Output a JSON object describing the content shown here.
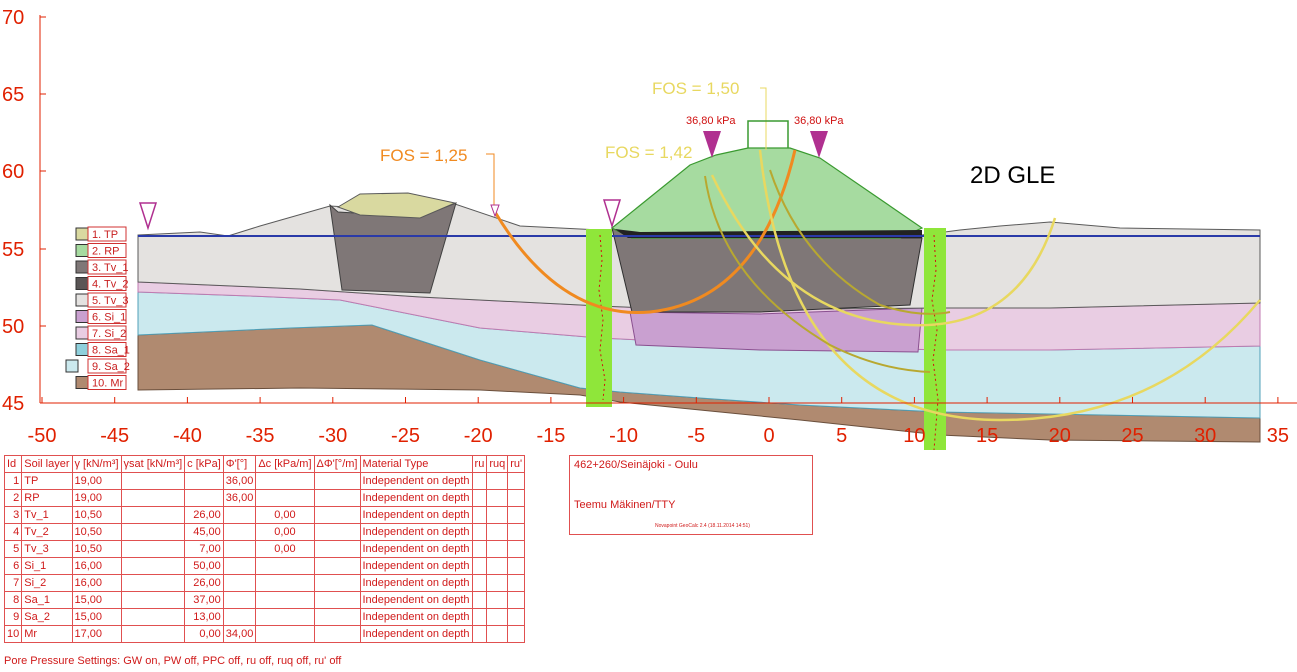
{
  "method_label": "2D GLE",
  "axes": {
    "x_ticks": [
      "-50",
      "-45",
      "-40",
      "-35",
      "-30",
      "-25",
      "-20",
      "-15",
      "-10",
      "-5",
      "0",
      "5",
      "10",
      "15",
      "20",
      "25",
      "30",
      "35"
    ],
    "y_ticks": [
      "70",
      "65",
      "60",
      "55",
      "50",
      "45"
    ]
  },
  "fos_labels": {
    "a": "FOS = 1,25",
    "b": "FOS = 1,42",
    "c": "FOS = 1,50"
  },
  "loads": {
    "left": "36,80 kPa",
    "right": "36,80 kPa"
  },
  "layer_legend": [
    "1. TP",
    "2. RP",
    "3. Tv_1",
    "4. Tv_2",
    "5. Tv_3",
    "6. Si_1",
    "7. Si_2",
    "8. Sa_1",
    "9. Sa_2",
    "10. Mr"
  ],
  "colors": {
    "axis": "#e02000",
    "embankment": "#a6dba0",
    "topsoil": "#d9d9a0",
    "dark_fill": "#7f7777",
    "clay_light": "#e4e2e0",
    "silt_pink": "#e9cde3",
    "silt_purple": "#c9a0d0",
    "sand_cyan": "#cbe9ee",
    "moraine": "#b08a70",
    "sheet_pile": "#8fe63a",
    "water_line": "#2a3aa8",
    "slip_orange": "#f08a20",
    "slip_yellow": "#e8d860",
    "slip_olive": "#b8a830",
    "load_purple": "#b03090"
  },
  "table": {
    "headers": [
      "Id",
      "Soil layer",
      "γ [kN/m³]",
      "γsat [kN/m³]",
      "c [kPa]",
      "Φ'[°]",
      "Δc [kPa/m]",
      "ΔΦ'[°/m]",
      "Material Type",
      "ru",
      "ruq",
      "ru'"
    ],
    "rows": [
      [
        "1",
        "TP",
        "19,00",
        "",
        "",
        "36,00",
        "",
        "",
        "Independent on depth",
        "",
        "",
        ""
      ],
      [
        "2",
        "RP",
        "19,00",
        "",
        "",
        "36,00",
        "",
        "",
        "Independent on depth",
        "",
        "",
        ""
      ],
      [
        "3",
        "Tv_1",
        "10,50",
        "",
        "26,00",
        "",
        "0,00",
        "",
        "Independent on depth",
        "",
        "",
        ""
      ],
      [
        "4",
        "Tv_2",
        "10,50",
        "",
        "45,00",
        "",
        "0,00",
        "",
        "Independent on depth",
        "",
        "",
        ""
      ],
      [
        "5",
        "Tv_3",
        "10,50",
        "",
        "7,00",
        "",
        "0,00",
        "",
        "Independent on depth",
        "",
        "",
        ""
      ],
      [
        "6",
        "Si_1",
        "16,00",
        "",
        "50,00",
        "",
        "",
        "",
        "Independent on depth",
        "",
        "",
        ""
      ],
      [
        "7",
        "Si_2",
        "16,00",
        "",
        "26,00",
        "",
        "",
        "",
        "Independent on depth",
        "",
        "",
        ""
      ],
      [
        "8",
        "Sa_1",
        "15,00",
        "",
        "37,00",
        "",
        "",
        "",
        "Independent on depth",
        "",
        "",
        ""
      ],
      [
        "9",
        "Sa_2",
        "15,00",
        "",
        "13,00",
        "",
        "",
        "",
        "Independent on depth",
        "",
        "",
        ""
      ],
      [
        "10",
        "Mr",
        "17,00",
        "",
        "0,00",
        "34,00",
        "",
        "",
        "Independent on depth",
        "",
        "",
        ""
      ]
    ]
  },
  "info": {
    "project": "462+260/Seinäjoki - Oulu",
    "author": "Teemu Mäkinen/TTY",
    "software": "Novapoint GeoCalc 2.4  (18.11.2014 14:51)"
  },
  "footnote": "Pore Pressure Settings: GW on, PW off, PPC off, ru off, ruq off, ru' off"
}
